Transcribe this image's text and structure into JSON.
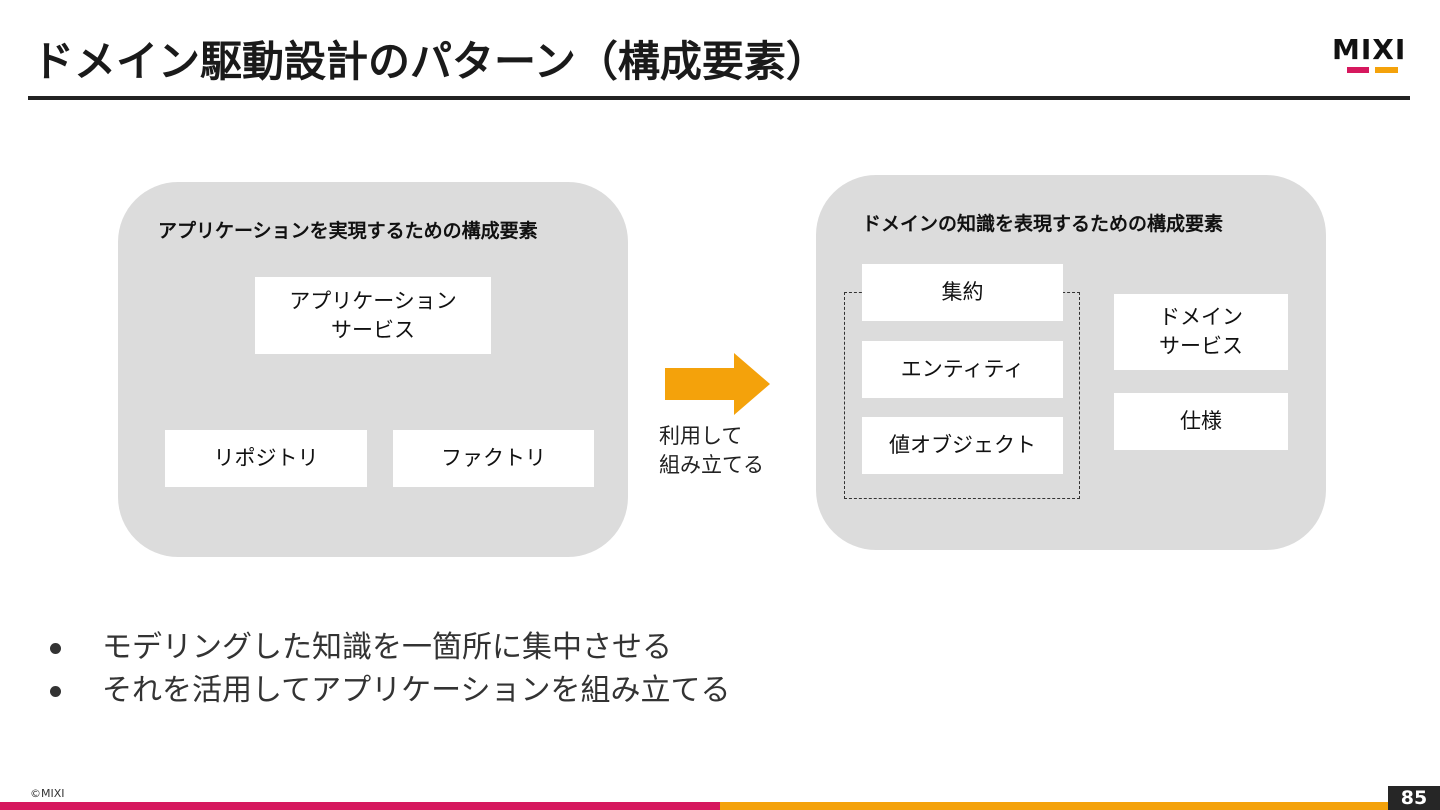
{
  "slide": {
    "title": "ドメイン駆動設計のパターン（構成要素）",
    "page_number": "85",
    "copyright": "©MIXI"
  },
  "logo": {
    "text": "MIXI",
    "colors": {
      "pink": "#d6185e",
      "orange": "#f4a20b"
    }
  },
  "left_panel": {
    "heading": "アプリケーションを実現するための構成要素",
    "boxes": {
      "application_service": "アプリケーション\nサービス",
      "repository": "リポジトリ",
      "factory": "ファクトリ"
    }
  },
  "arrow": {
    "label": "利用して\n組み立てる",
    "color": "#f4a20b"
  },
  "right_panel": {
    "heading": "ドメインの知識を表現するための構成要素",
    "boxes": {
      "aggregate": "集約",
      "entity": "エンティティ",
      "value_object": "値オブジェクト",
      "domain_service": "ドメイン\nサービス",
      "specification": "仕様"
    }
  },
  "bullets": [
    "モデリングした知識を一箇所に集中させる",
    "それを活用してアプリケーションを組み立てる"
  ]
}
